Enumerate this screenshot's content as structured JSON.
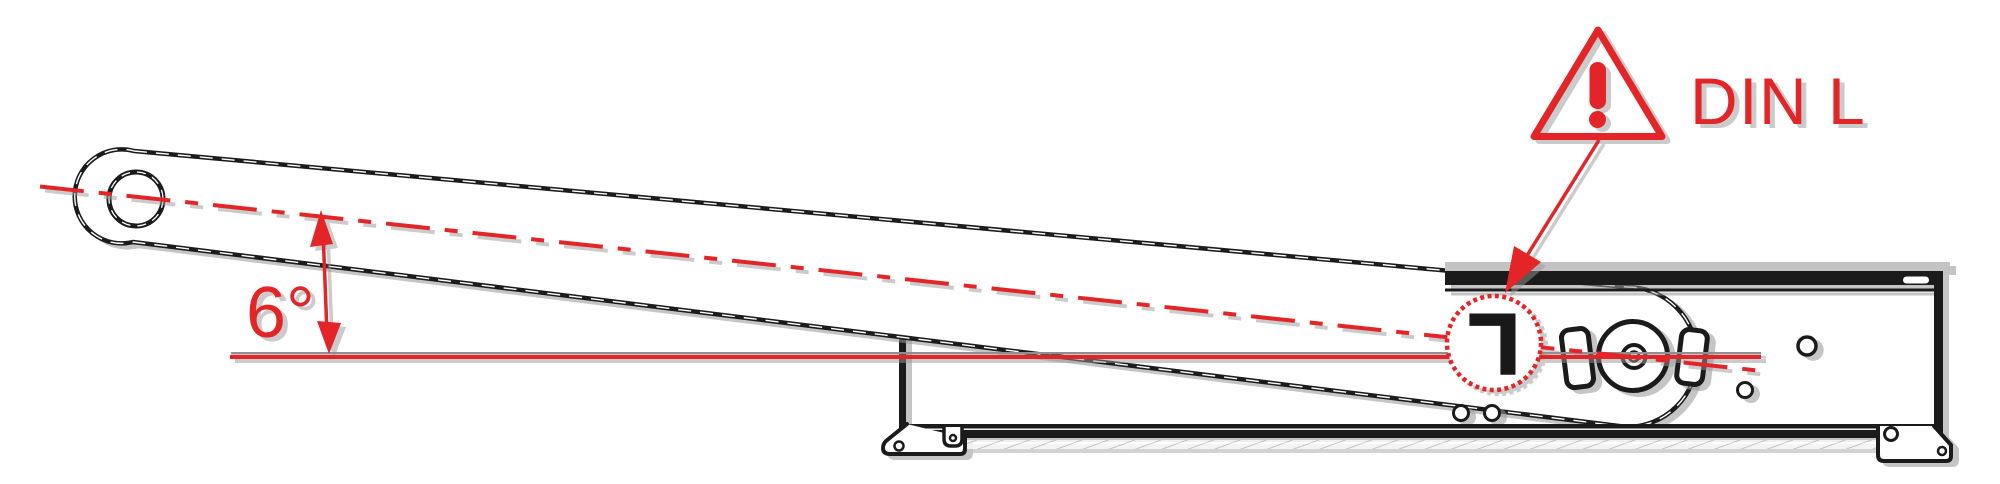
{
  "drawing": {
    "angle_label": "6°",
    "standard_label": "DIN L",
    "marker_glyph": "L",
    "icons": {
      "warning": "warning-triangle-icon",
      "exclamation": "exclamation-mark-icon"
    },
    "colors": {
      "annotation_red": "#e42527",
      "line_black": "#1b1b1b",
      "shadow_gray": "#a0a0a0",
      "light_gray": "#c3c3c3"
    }
  }
}
